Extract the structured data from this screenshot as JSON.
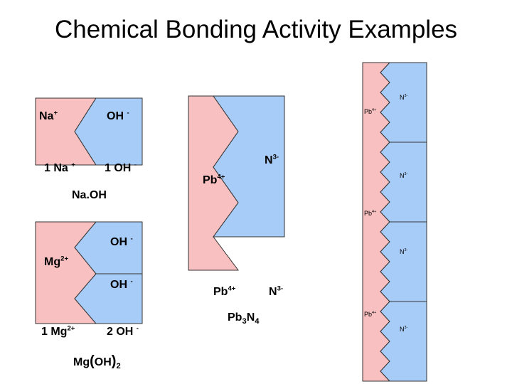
{
  "title": "Chemical Bonding Activity Examples",
  "colors": {
    "cation": "#f8c0c0",
    "anion": "#a8ccf8",
    "outline": "#333333"
  },
  "naoh": {
    "cation": "Na",
    "cation_charge": "+",
    "anion": "OH",
    "anion_charge": "-",
    "cation_count": "1 Na",
    "cation_count_charge": "+",
    "anion_count": "1 OH",
    "anion_count_charge": "-",
    "formula": "Na.OH"
  },
  "mgoh2": {
    "cation": "Mg",
    "cation_charge": "2+",
    "anion1": "OH",
    "anion1_charge": "-",
    "anion2": "OH",
    "anion2_charge": "-",
    "cation_count": "1 Mg",
    "cation_count_charge": "2+",
    "anion_count": "2 OH",
    "anion_count_charge": "-",
    "formula_base": "Mg",
    "formula_open": "(",
    "formula_ion": "OH",
    "formula_close": ")",
    "formula_sub": "2"
  },
  "pb3n4": {
    "anion": "N",
    "anion_charge": "3-",
    "cation": "Pb",
    "cation_charge": "4+",
    "cation_count": "Pb",
    "cation_count_charge": "4+",
    "anion_count": "N",
    "anion_count_charge": "3-",
    "formula_pb": "Pb",
    "formula_pb_sub": "3",
    "formula_n": "N",
    "formula_n_sub": "4"
  },
  "column": {
    "n1": "N",
    "n1_charge": "3-",
    "pb1": "Pb",
    "pb1_charge": "4+",
    "n2": "N",
    "n2_charge": "3-",
    "pb2": "Pb",
    "pb2_charge": "4+",
    "n3": "N",
    "n3_charge": "3-",
    "pb3": "Pb",
    "pb3_charge": "4+",
    "n4": "N",
    "n4_charge": "3-"
  }
}
